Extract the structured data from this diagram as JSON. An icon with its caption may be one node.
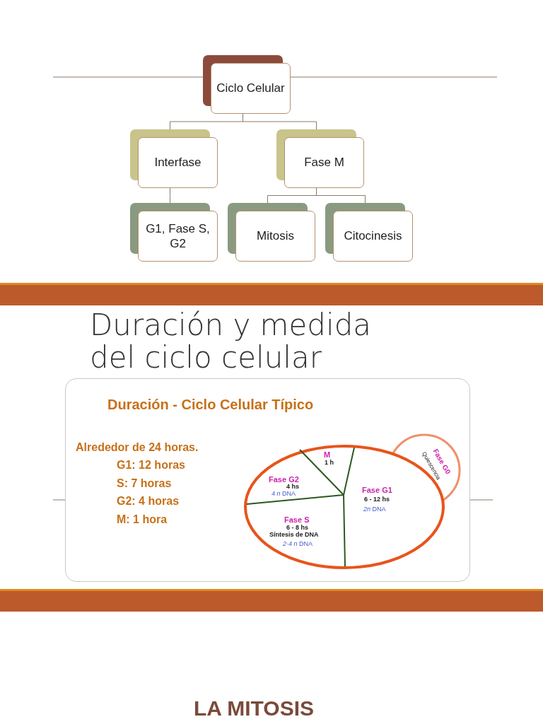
{
  "diagram": {
    "nodes": [
      {
        "text": [
          "Ciclo Celular"
        ]
      },
      {
        "text": [
          "Interfase"
        ]
      },
      {
        "text": [
          "Fase M"
        ]
      },
      {
        "text": [
          "G1, Fase S, G2"
        ]
      },
      {
        "text": [
          "Mitosis"
        ]
      },
      {
        "text": [
          "Citocinesis"
        ]
      }
    ],
    "edges": [
      {
        "from": 0,
        "to": 1,
        "arrow": "none"
      },
      {
        "from": 0,
        "to": 2,
        "arrow": "none"
      },
      {
        "from": 1,
        "to": 3,
        "arrow": "none"
      },
      {
        "from": 2,
        "to": 4,
        "arrow": "none"
      },
      {
        "from": 2,
        "to": 5,
        "arrow": "none"
      }
    ],
    "labels": [
      "Duración y medida del ciclo celular",
      "Duración - Ciclo Celular Típico",
      "Alrededor de 24 horas.",
      "G1: 12 horas",
      "S: 7 horas",
      "G2: 4 horas",
      "M: 1 hora",
      "M",
      "1 h",
      "Fase G2",
      "4 hs",
      "*4 n* DNA",
      "Fase G0",
      "Quiescencia",
      "Fase G1",
      "6 - 12 hs",
      "*2n* DNA",
      "Fase S",
      "6 - 8 hs",
      "Síntesis de DNA",
      "*2-4 n* DNA",
      "LA MITOSIS"
    ]
  }
}
